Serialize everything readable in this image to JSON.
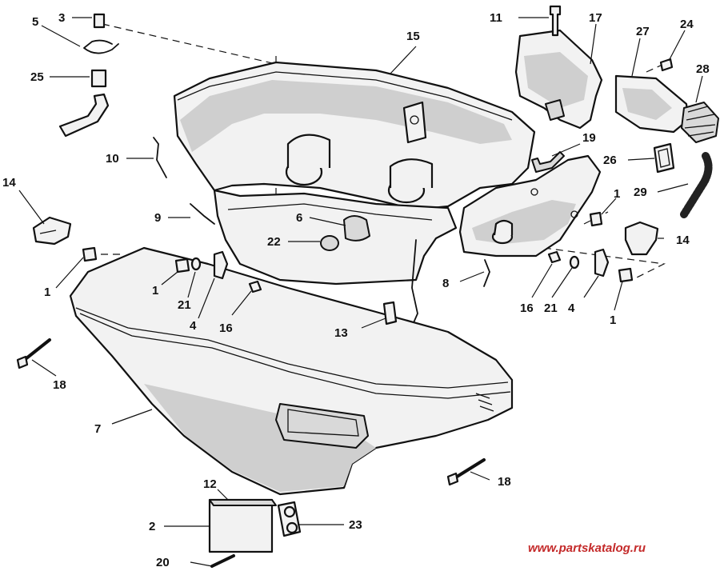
{
  "callouts": {
    "c1a": "1",
    "c1b": "1",
    "c1c": "1",
    "c1d": "1",
    "c2": "2",
    "c3": "3",
    "c4a": "4",
    "c4b": "4",
    "c5": "5",
    "c6": "6",
    "c7": "7",
    "c8": "8",
    "c9": "9",
    "c10": "10",
    "c11": "11",
    "c12": "12",
    "c13": "13",
    "c14a": "14",
    "c14b": "14",
    "c15": "15",
    "c16a": "16",
    "c16b": "16",
    "c17": "17",
    "c18a": "18",
    "c18b": "18",
    "c19": "19",
    "c20": "20",
    "c21a": "21",
    "c21b": "21",
    "c22": "22",
    "c23": "23",
    "c24": "24",
    "c25": "25",
    "c26": "26",
    "c27": "27",
    "c28": "28",
    "c29": "29"
  },
  "watermark": "www.partskatalog.ru"
}
